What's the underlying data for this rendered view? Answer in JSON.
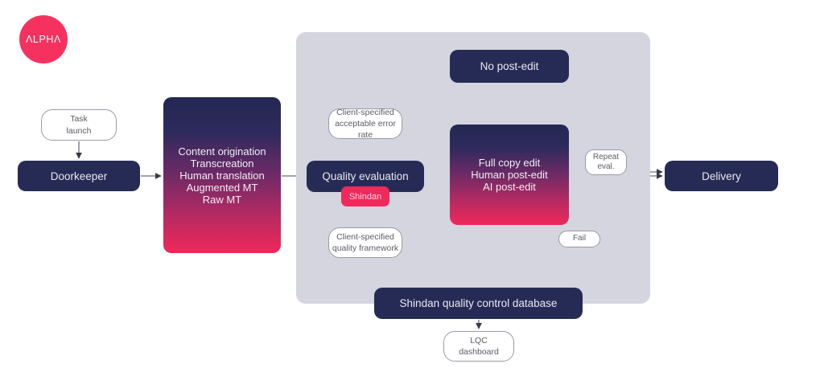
{
  "logo": {
    "name": "alpha-logo",
    "text": "ΛLPHΛ",
    "color": "#f5325f"
  },
  "palette": {
    "dark_navy": "#262b56",
    "crimson": "#f0285a",
    "panel_gray": "#d4d5de",
    "line_gray": "#6d6d78",
    "note_text": "#5b5b66"
  },
  "nodes": {
    "task_launch": {
      "label": "Task\nlaunch",
      "line1": "Task",
      "line2": "launch",
      "type": "outline"
    },
    "doorkeeper": {
      "label": "Doorkeeper",
      "type": "dark"
    },
    "origination_box": {
      "type": "gradient",
      "items": [
        "Content origination",
        "Transcreation",
        "Human translation",
        "Augmented MT",
        "Raw MT"
      ]
    },
    "quality_evaluation": {
      "label": "Quality evaluation",
      "type": "dark"
    },
    "shindan_badge": {
      "label": "Shindan",
      "type": "badge"
    },
    "error_rate_note": {
      "line1": "Client-specified",
      "line2": "acceptable error rate",
      "type": "outline"
    },
    "framework_note": {
      "line1": "Client-specified",
      "line2": "quality framework",
      "type": "outline"
    },
    "no_post_edit": {
      "label": "No post-edit",
      "type": "dark"
    },
    "post_edit_box": {
      "type": "gradient",
      "items": [
        "Full copy edit",
        "Human post-edit",
        "AI post-edit"
      ]
    },
    "delivery": {
      "label": "Delivery",
      "type": "dark"
    },
    "shindan_db": {
      "label": "Shindan quality control database",
      "type": "dark"
    },
    "lqc_dashboard": {
      "line1": "LQC",
      "line2": "dashboard",
      "type": "outline"
    }
  },
  "edge_labels": {
    "repeat_eval": {
      "line1": "Repeat",
      "line2": "eval."
    },
    "fail": {
      "line1": "Fail"
    }
  }
}
